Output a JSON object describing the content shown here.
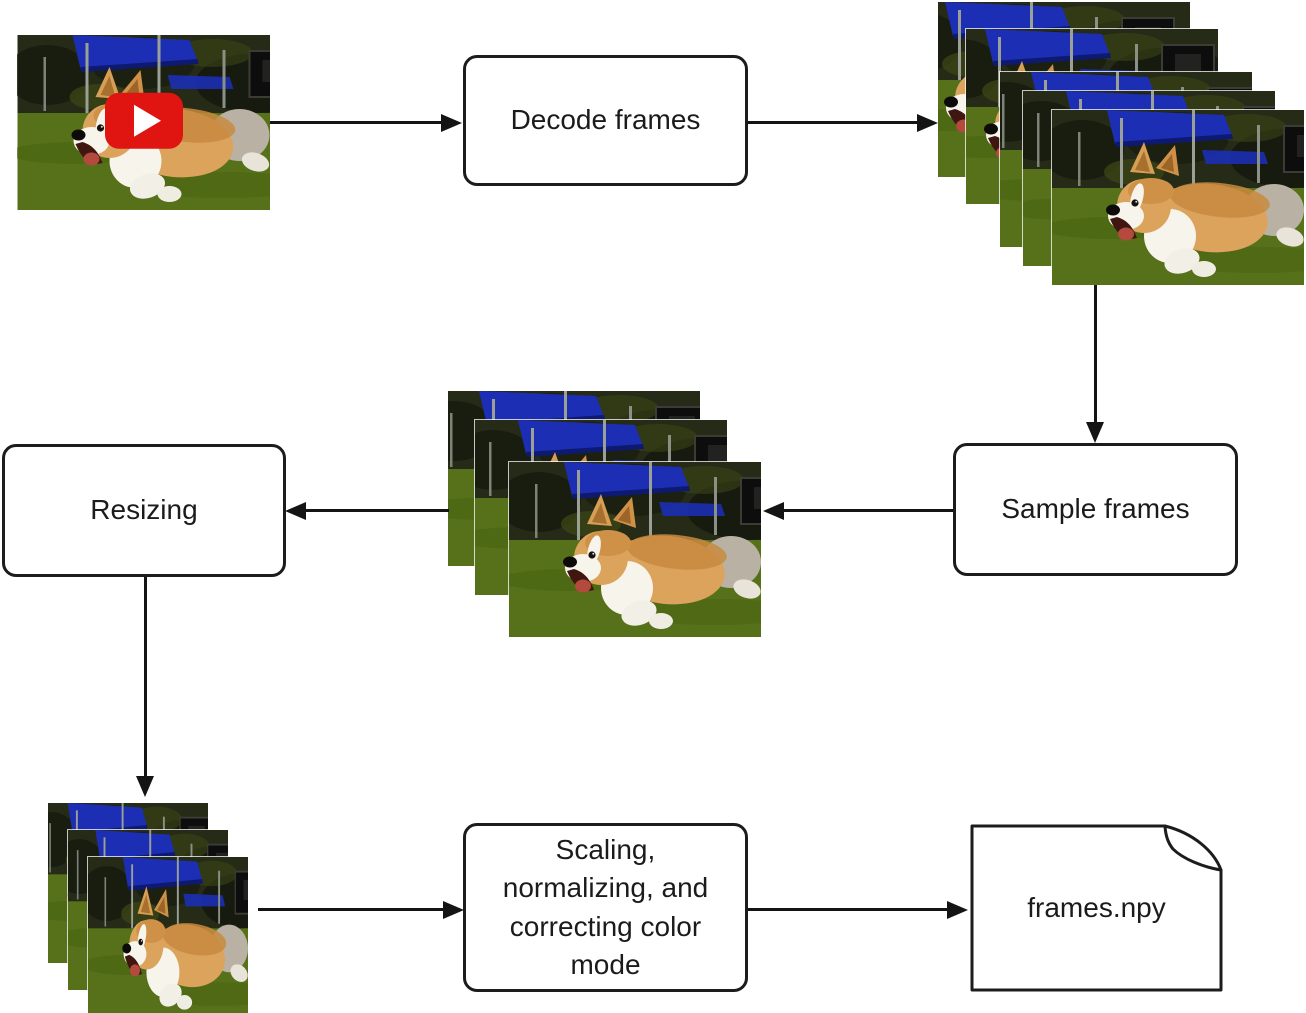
{
  "nodes": {
    "decode_frames": "Decode frames",
    "sample_frames": "Sample frames",
    "resizing": "Resizing",
    "scaling_normalizing": "Scaling,\nnormalizing, and\ncorrecting color\nmode",
    "output_file": "frames.npy"
  },
  "stacks": {
    "decoded": {
      "frames": 5
    },
    "sampled": {
      "frames": 3
    },
    "resized": {
      "frames": 3
    }
  },
  "thumbnail": {
    "icon": "youtube-play-icon",
    "subject": "running corgi video frame"
  },
  "icons": {
    "output_file": "dog-eared-document",
    "play": "triangle-right"
  },
  "colors": {
    "line": "#141414",
    "box_border": "#1c1c1c",
    "play_button_red": "#e01411",
    "grass_green": "#567119",
    "canopy_blue": "#1c2fb4"
  }
}
